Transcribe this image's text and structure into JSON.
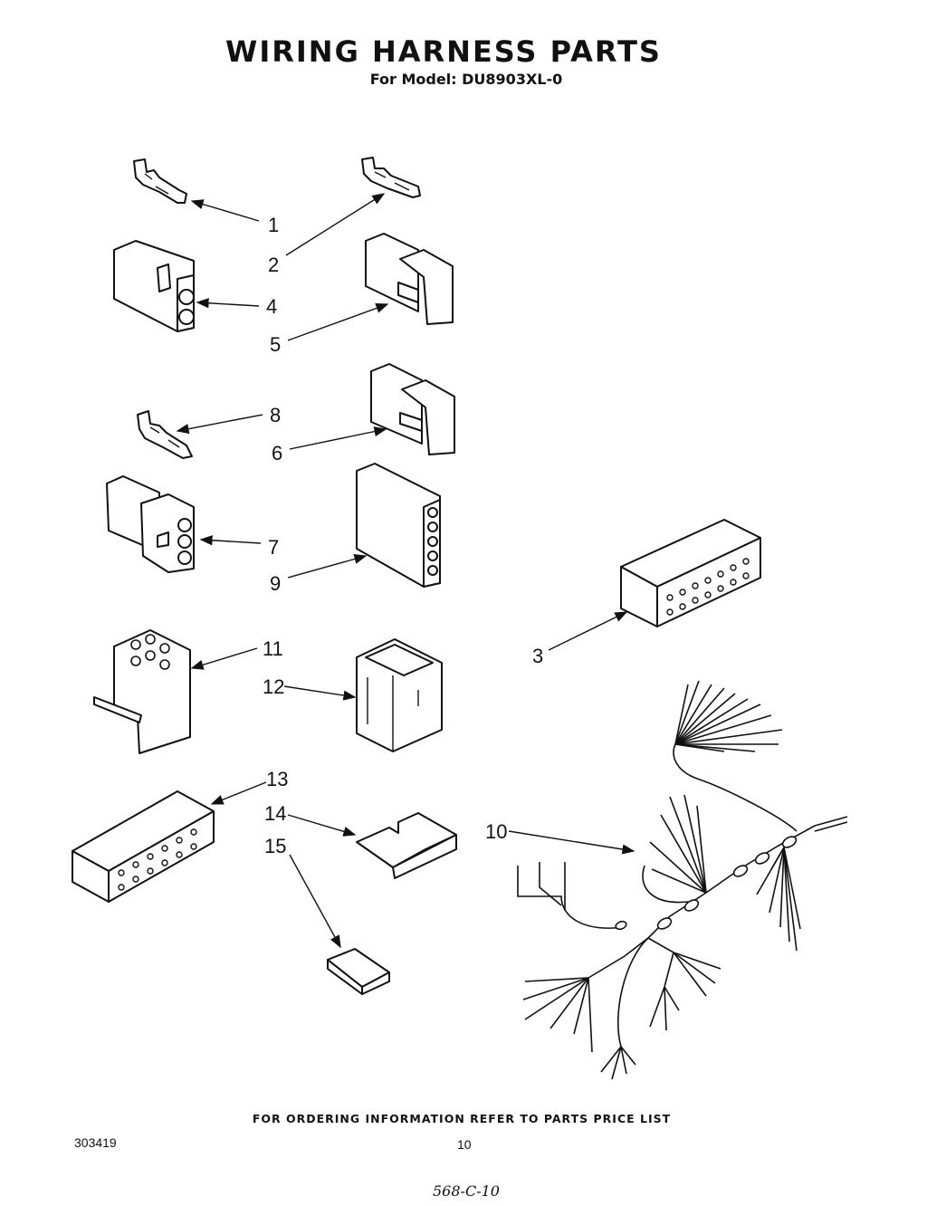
{
  "header": {
    "title": "WIRING HARNESS PARTS",
    "subtitle": "For Model: DU8903XL-0"
  },
  "parts": [
    {
      "number": "1"
    },
    {
      "number": "2"
    },
    {
      "number": "3"
    },
    {
      "number": "4"
    },
    {
      "number": "5"
    },
    {
      "number": "6"
    },
    {
      "number": "7"
    },
    {
      "number": "8"
    },
    {
      "number": "9"
    },
    {
      "number": "10"
    },
    {
      "number": "11"
    },
    {
      "number": "12"
    },
    {
      "number": "13"
    },
    {
      "number": "14"
    },
    {
      "number": "15"
    }
  ],
  "footer": {
    "ordering_note": "FOR ORDERING INFORMATION REFER TO PARTS PRICE LIST",
    "document_number": "303419",
    "page_number": "10",
    "handwritten_code": "568-C-10"
  }
}
